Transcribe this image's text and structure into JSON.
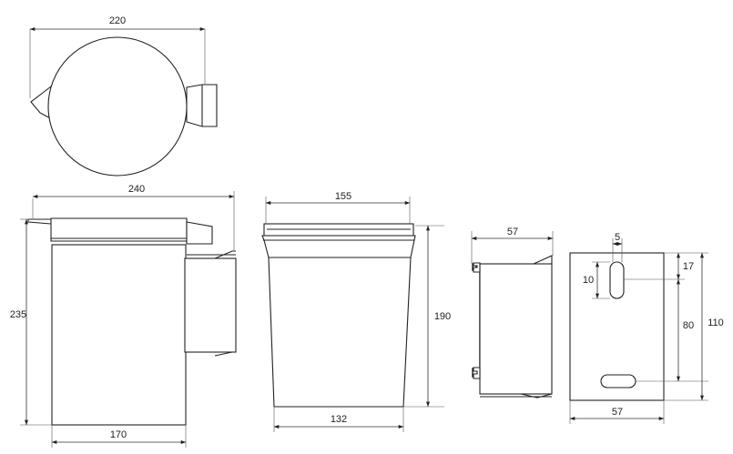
{
  "views": {
    "top": {
      "width_label": "220"
    },
    "side": {
      "width_label": "240",
      "height_label": "235",
      "base_label": "170"
    },
    "container": {
      "top_label": "155",
      "height_label": "190",
      "base_label": "132"
    },
    "bracket_side": {
      "width_label": "57"
    },
    "bracket_front": {
      "slot_width_label": "5",
      "slot_height_label": "10",
      "top_offset_label": "17",
      "spacing_label": "80",
      "height_label": "110",
      "width_label": "57"
    }
  }
}
